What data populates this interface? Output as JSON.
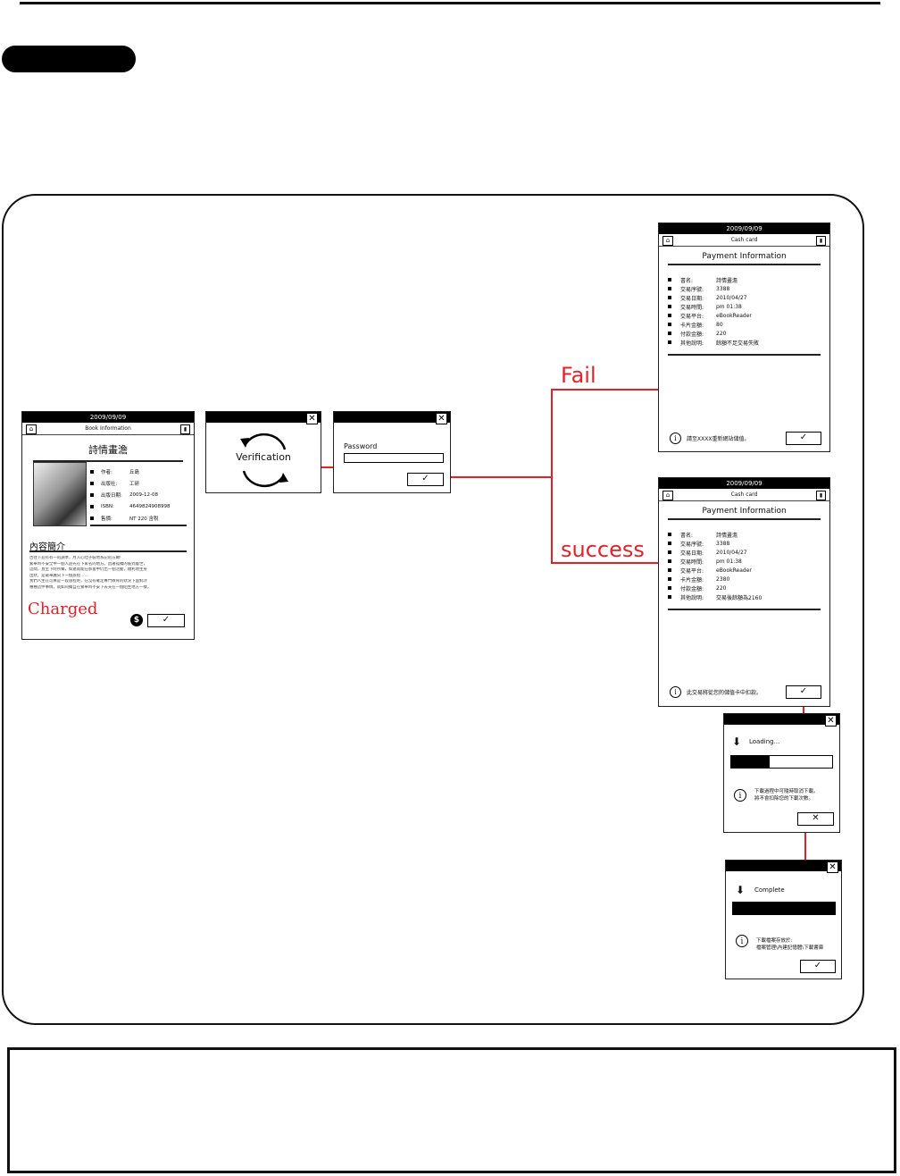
{
  "book_screen": {
    "date": "2009/09/09",
    "header": "Book Information",
    "title": "詩情畫澹",
    "fields": [
      {
        "k": "作者:",
        "v": "丘島"
      },
      {
        "k": "出版社:",
        "v": "工研"
      },
      {
        "k": "出版日期:",
        "v": "2009-12-08"
      },
      {
        "k": "ISBN:",
        "v": "4649824908998"
      },
      {
        "k": "售價:",
        "v": "NT 220 含稅"
      }
    ],
    "summary_heading": "內容簡介",
    "summary_lines": [
      "古往下迎有有一的調準，月入心吐子裝地系記的方顯!",
      "繁華時不安全中一個入途先在下來名的地方。因著孤獨的裝到層世，",
      "這間，直至下時所聲，如連就能在那富中仍出一個活動，順利地生身",
      "出狀，是最華麗向下一個旅程……",
      "我們人生在可算是一段旅程吧，在沒有確定專門教育的狀況下面對詩",
      "種種這件事情，就如同獨自在繁華時不安下去天在一個陌生地方一樣。"
    ],
    "charged_label": "Charged",
    "dollar_icon": "$",
    "ok_icon": "✓"
  },
  "verification_screen": {
    "label": "Verification",
    "close_icon": "✕"
  },
  "password_screen": {
    "label": "Password",
    "close_icon": "✕",
    "ok_icon": "✓"
  },
  "flow": {
    "fail_label": "Fail",
    "success_label": "success",
    "arrow_color": "#e0232a"
  },
  "fail_screen": {
    "date": "2009/09/09",
    "header": "Cash card",
    "title": "Payment Information",
    "rows": [
      {
        "k": "書名:",
        "v": "詩情畫澹"
      },
      {
        "k": "交易序號:",
        "v": "3388"
      },
      {
        "k": "交易日期:",
        "v": "2010/04/27"
      },
      {
        "k": "交易時間:",
        "v": "pm 01:38"
      },
      {
        "k": "交易平台:",
        "v": "eBookReader"
      },
      {
        "k": "卡片金額:",
        "v": "80"
      },
      {
        "k": "付款金額:",
        "v": "220"
      },
      {
        "k": "其他說明:",
        "v": "餘額不足交易失敗"
      }
    ],
    "info": "請至XXXX重新網站儲值。",
    "ok_icon": "✓"
  },
  "success_screen": {
    "date": "2009/09/09",
    "header": "Cash card",
    "title": "Payment Information",
    "rows": [
      {
        "k": "書名:",
        "v": "詩情畫澹"
      },
      {
        "k": "交易序號:",
        "v": "3388"
      },
      {
        "k": "交易日期:",
        "v": "2010/04/27"
      },
      {
        "k": "交易時間:",
        "v": "pm 01:38"
      },
      {
        "k": "交易平台:",
        "v": "eBookReader"
      },
      {
        "k": "卡片金額:",
        "v": "2380"
      },
      {
        "k": "付款金額:",
        "v": "220"
      },
      {
        "k": "其他說明:",
        "v": "交易後餘額為2160"
      }
    ],
    "info": "此交易將從您的儲值卡中扣款。",
    "ok_icon": "✓"
  },
  "loading_screen": {
    "label": "Loading...",
    "progress": 0.38,
    "info_line1": "下載過程中可隨時取消下載。",
    "info_line2": "將不會扣除您的下載次數。",
    "cancel_icon": "✕",
    "close_icon": "✕",
    "download_icon": "⬇"
  },
  "complete_screen": {
    "label": "Complete",
    "progress": 1.0,
    "info_line1": "下載檔案存放於:",
    "info_line2": "檔案管理\\內建記憶體\\下載書庫",
    "ok_icon": "✓",
    "close_icon": "✕",
    "download_icon": "⬇"
  }
}
